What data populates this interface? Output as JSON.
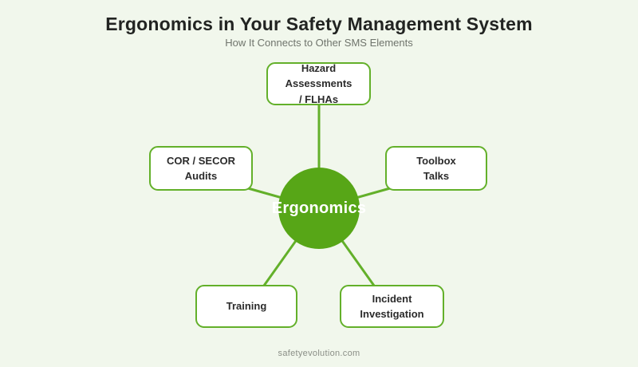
{
  "header": {
    "title": "Ergonomics in Your Safety Management System",
    "subtitle": "How It Connects to Other SMS Elements"
  },
  "diagram": {
    "type": "hub-and-spoke",
    "center_label": "Ergonomics",
    "nodes": [
      {
        "id": "hazard-assessments",
        "lines": [
          "Hazard Assessments",
          "/ FLHAs"
        ]
      },
      {
        "id": "cor-secor-audits",
        "lines": [
          "COR / SECOR",
          "Audits"
        ]
      },
      {
        "id": "toolbox-talks",
        "lines": [
          "Toolbox",
          "Talks"
        ]
      },
      {
        "id": "training",
        "lines": [
          "Training"
        ]
      },
      {
        "id": "incident-investigation",
        "lines": [
          "Incident",
          "Investigation"
        ]
      }
    ]
  },
  "footer": {
    "website": "safetyevolution.com"
  },
  "colors": {
    "background": "#F1F7EC",
    "hub_green": "#57A617",
    "line_and_border_green": "#63B02A",
    "box_background": "#FFFFFF",
    "title_text": "#222422",
    "subtitle_text": "#6F746C",
    "box_text": "#2B2B2B",
    "hub_label_text": "#FFFFFF",
    "footer_text": "#8B8F87"
  }
}
